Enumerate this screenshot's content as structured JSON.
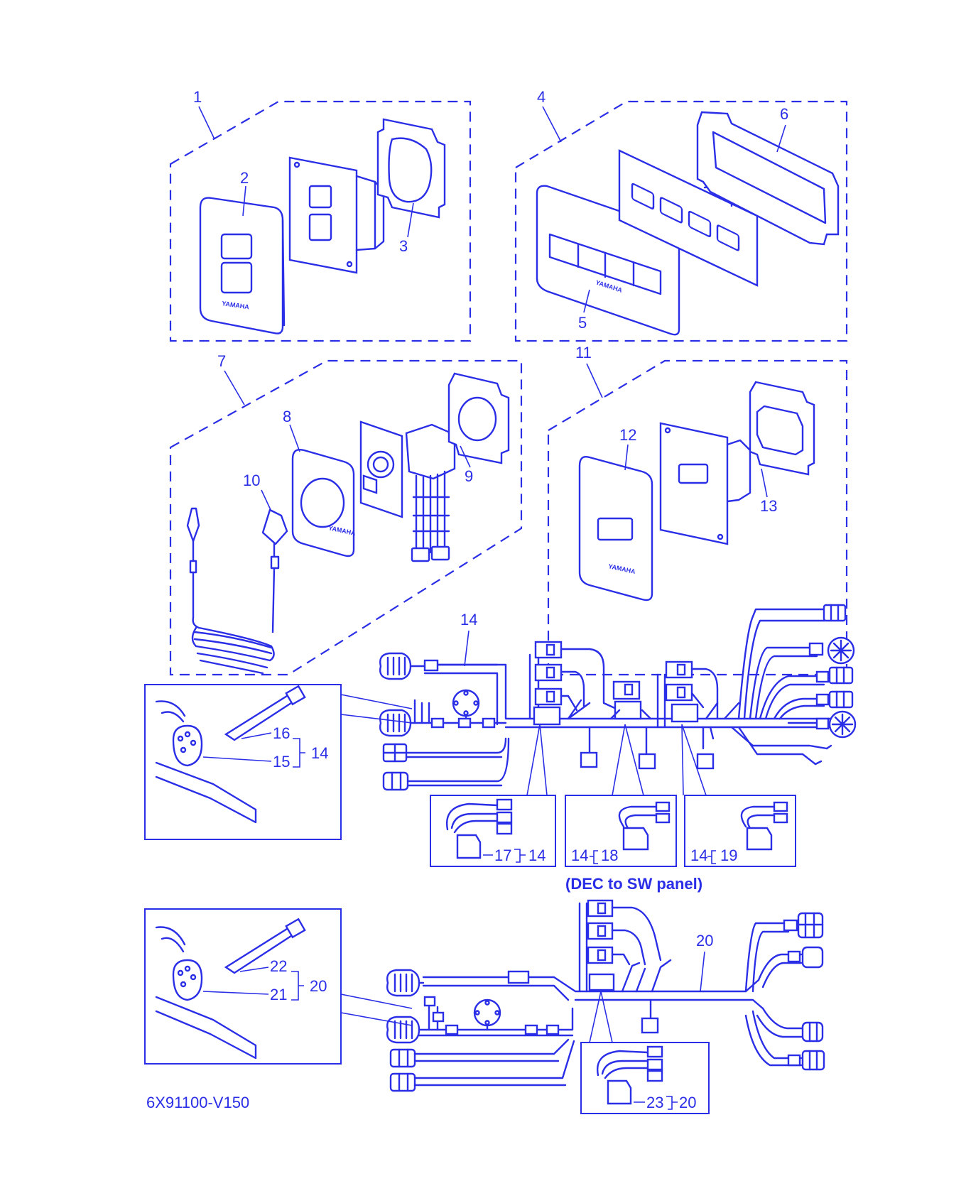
{
  "diagram": {
    "ink_color": "#2a2ee6",
    "background_color": "#ffffff",
    "caption": "(DEC to SW panel)",
    "code": "6X91100-V150",
    "brand": "YAMAHA",
    "callouts": {
      "c1": "1",
      "c2": "2",
      "c3": "3",
      "c4": "4",
      "c5": "5",
      "c6": "6",
      "c7": "7",
      "c8": "8",
      "c9": "9",
      "c10": "10",
      "c11": "11",
      "c12": "12",
      "c13": "13",
      "c14_top": "14",
      "c14_ins": "14",
      "c15": "15",
      "c16": "16",
      "c17": "17",
      "c14_a": "14",
      "c14_b": "14",
      "c18": "18",
      "c14_c": "14",
      "c19": "19",
      "c20_top": "20",
      "c20_ins": "20",
      "c21": "21",
      "c22": "22",
      "c23": "23",
      "c20_b": "20"
    }
  }
}
